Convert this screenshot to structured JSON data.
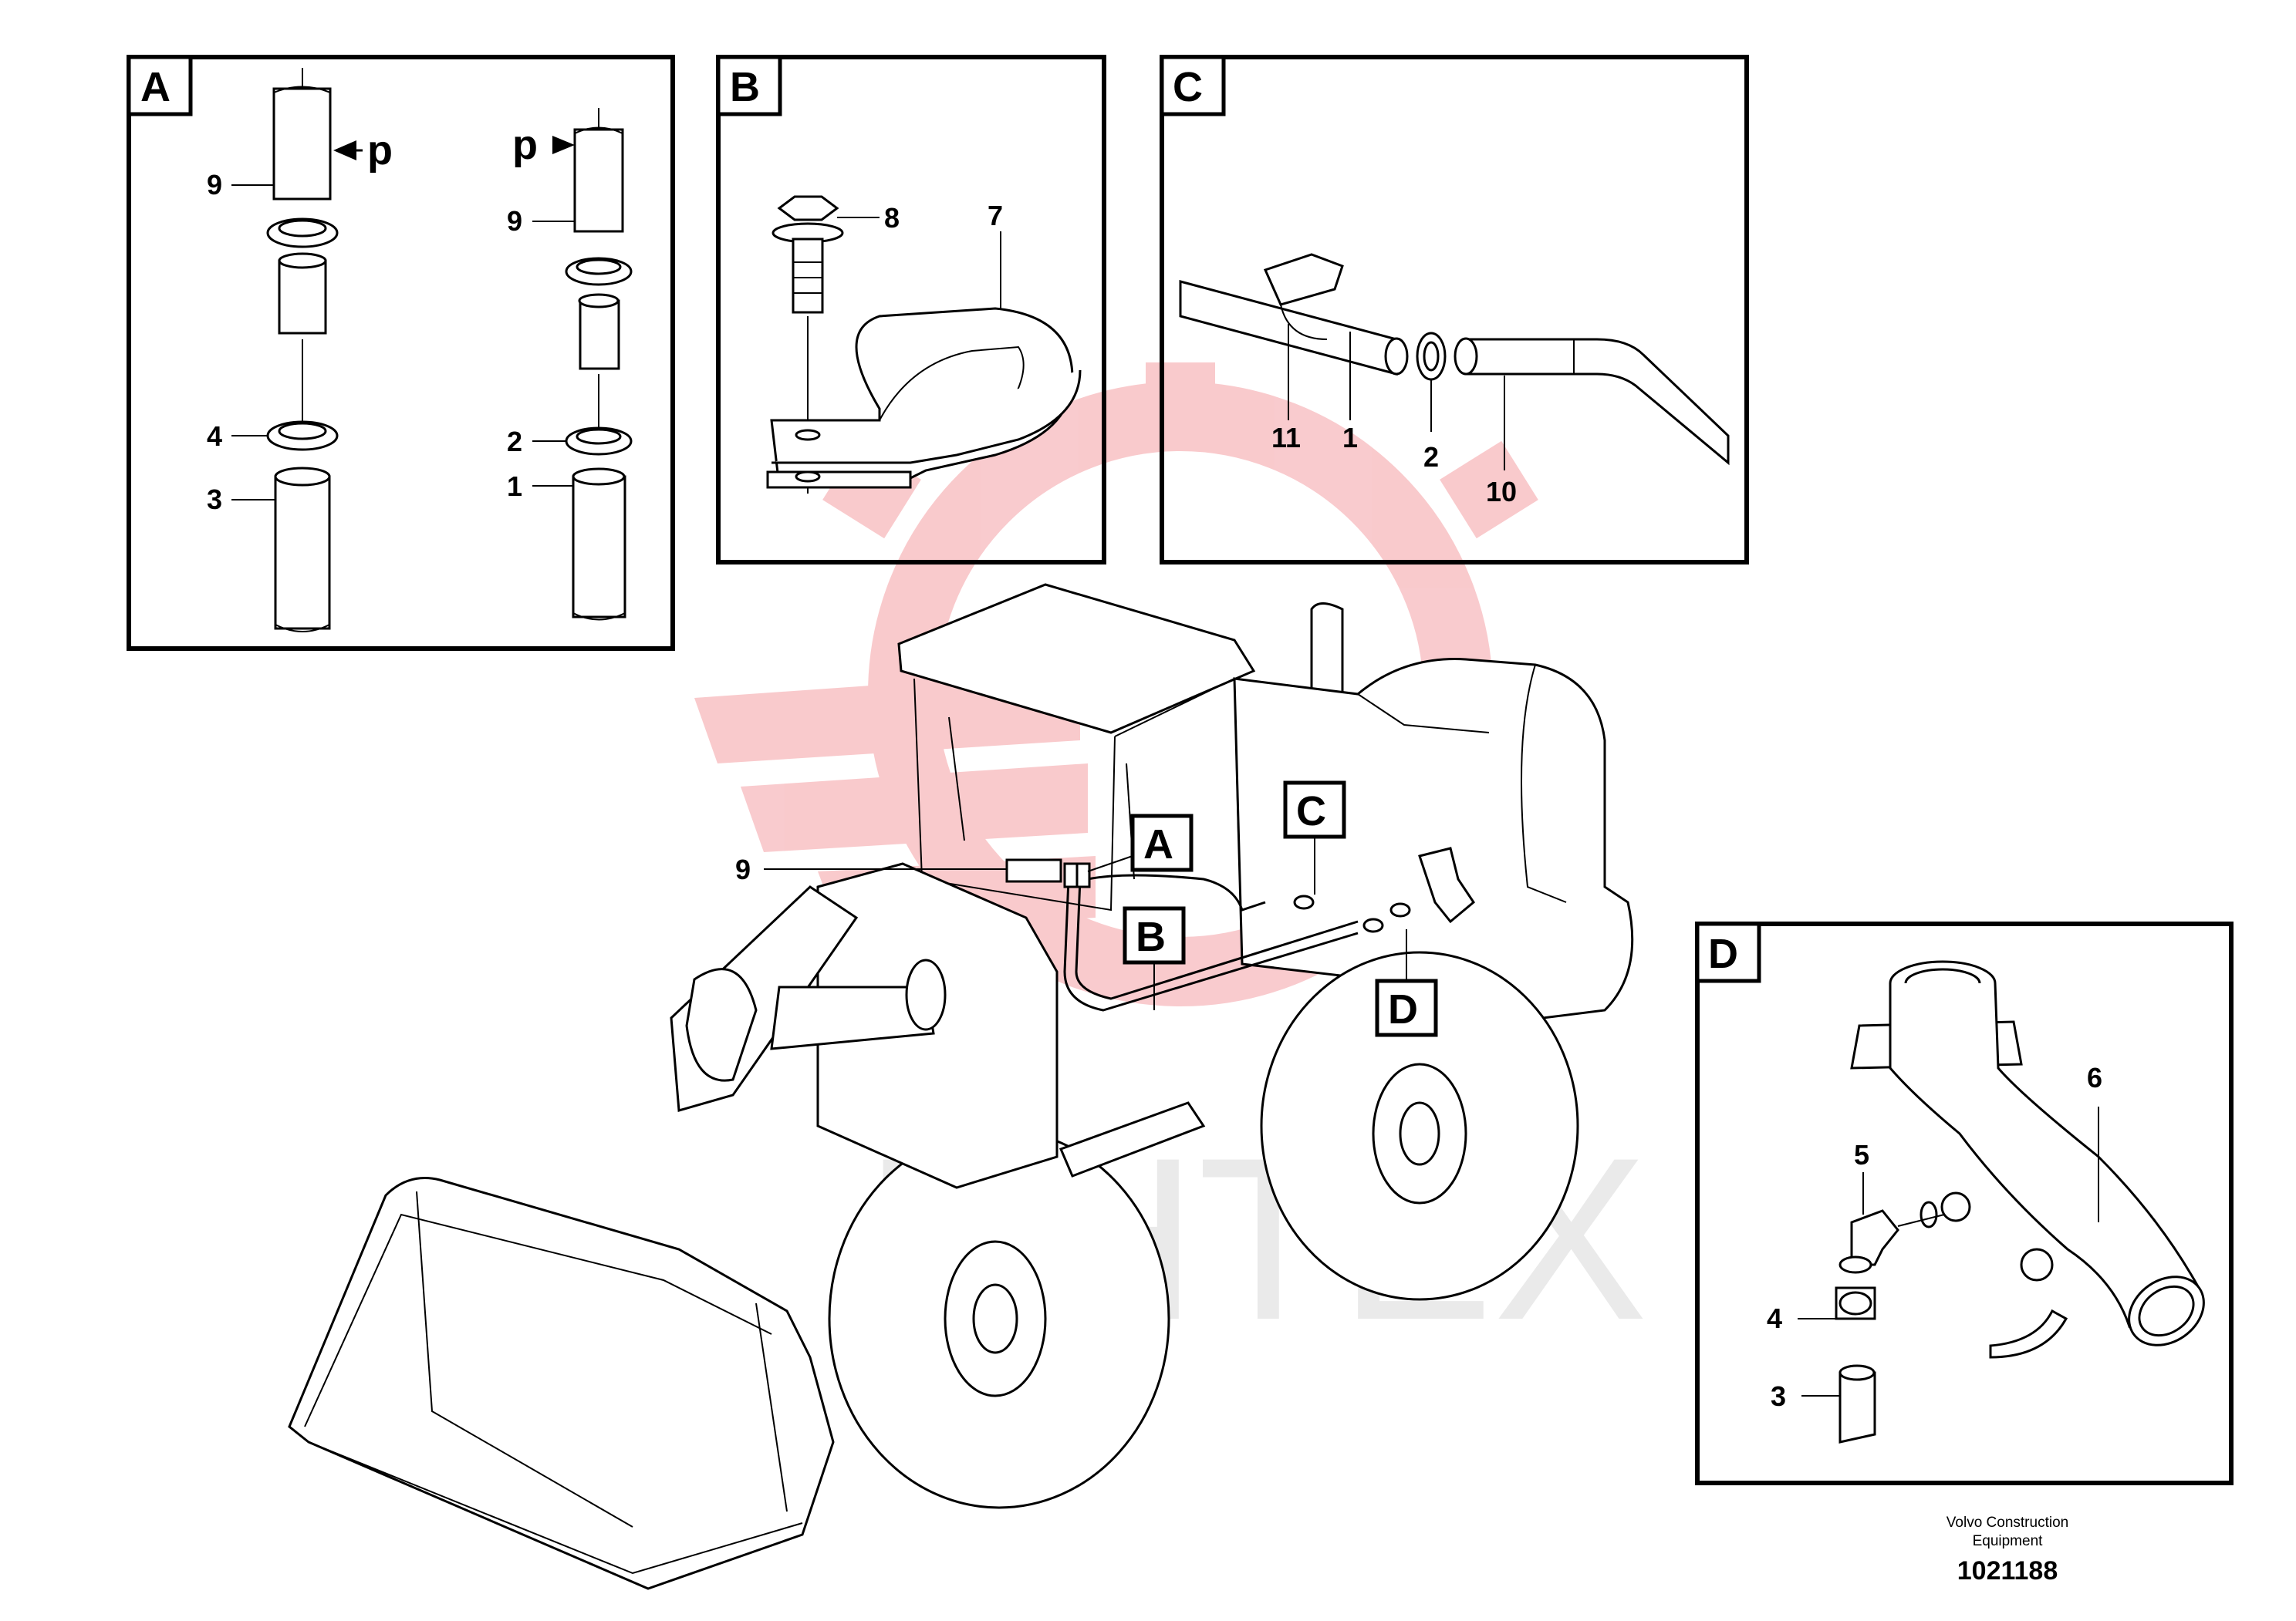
{
  "watermark": {
    "text": "ИНТЕХ",
    "logo": "gear-logo",
    "color": "#e8303a"
  },
  "panels": {
    "A": {
      "letter": "A",
      "left_labels": {
        "top": "9",
        "clamp": "4",
        "hose": "3",
        "arrow": "p"
      },
      "right_labels": {
        "top": "9",
        "clamp": "2",
        "hose": "1",
        "arrow": "p"
      }
    },
    "B": {
      "letter": "B",
      "labels": {
        "bolt": "8",
        "clamp": "7"
      }
    },
    "C": {
      "letter": "C",
      "labels": {
        "clip": "11",
        "pipe": "1",
        "clamp": "2",
        "hose": "10"
      }
    },
    "D": {
      "letter": "D",
      "labels": {
        "pipe": "6",
        "elbow": "5",
        "clamp": "4",
        "hose": "3"
      }
    }
  },
  "main": {
    "callouts": {
      "a": "A",
      "b": "B",
      "c": "C",
      "d": "D"
    },
    "part_label": "9"
  },
  "footer": {
    "company_line1": "Volvo Construction",
    "company_line2": "Equipment",
    "drawing_number": "1021188"
  }
}
